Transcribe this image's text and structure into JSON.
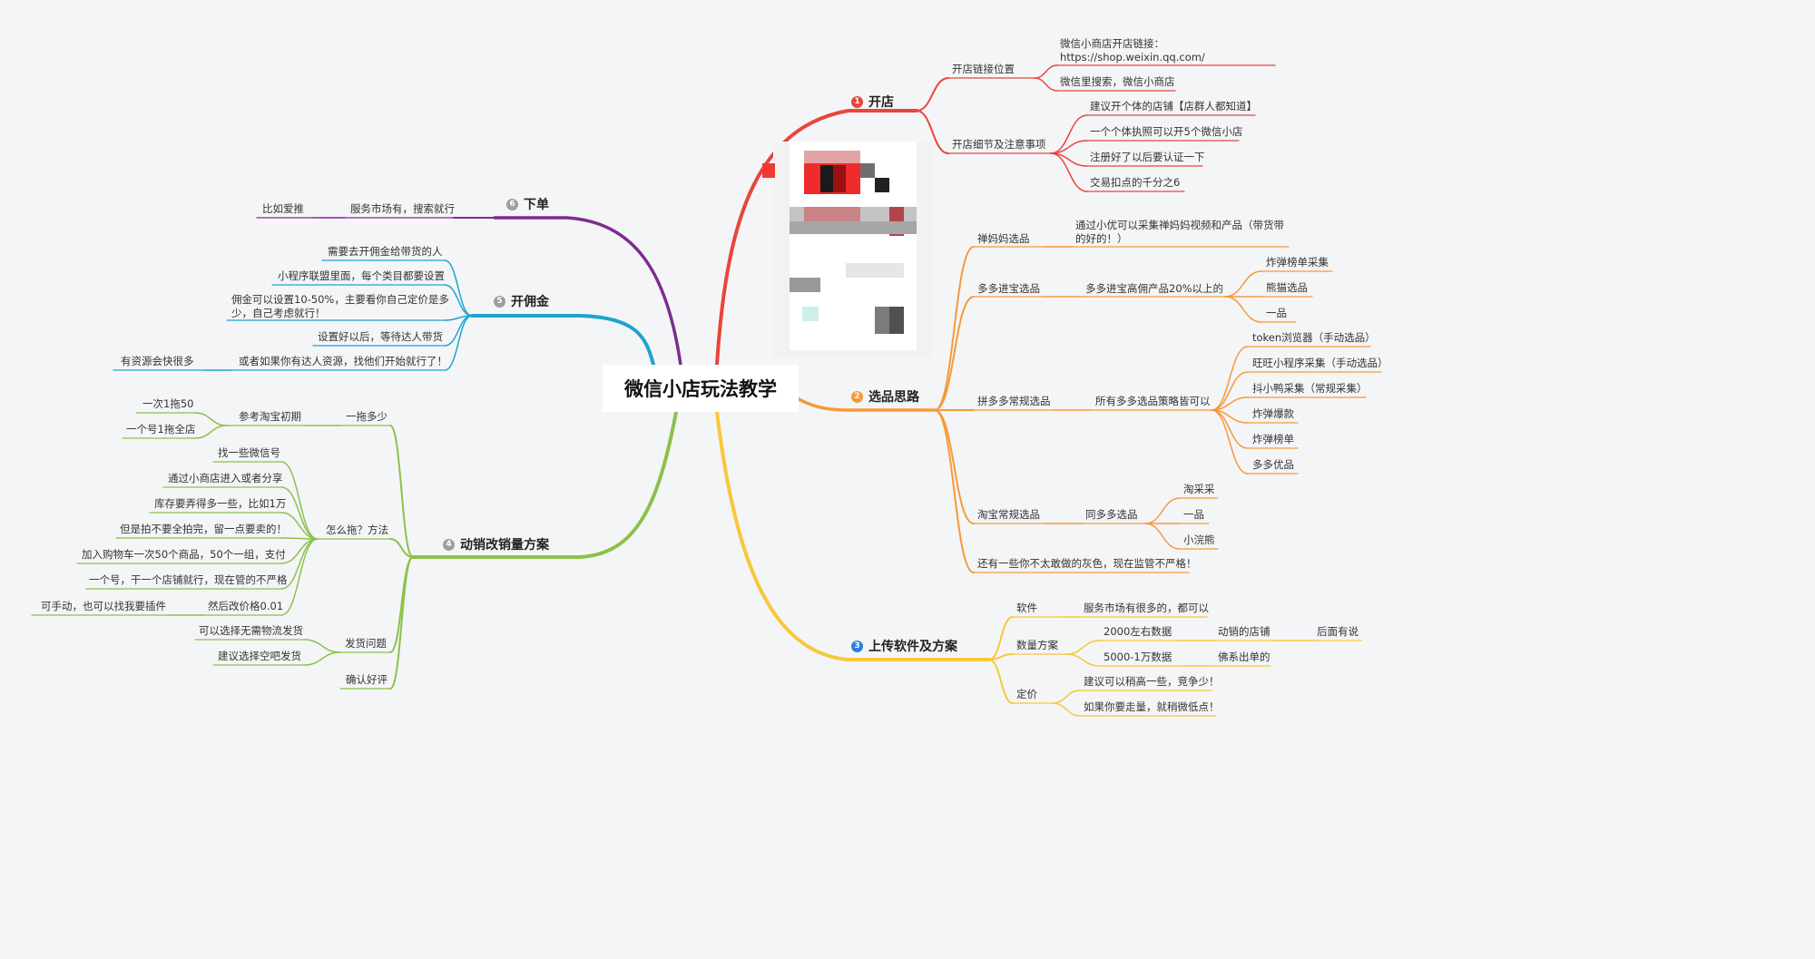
{
  "root": "微信小店玩法教学",
  "colors": {
    "b1": "#e8453c",
    "b2": "#f59a3a",
    "b3": "#f7c83a",
    "b4": "#8cc14a",
    "b5": "#1fa3cf",
    "b6": "#7d2c8f",
    "b3badge": "#2d7de0",
    "b6badge": "#9e9e9e",
    "b4badge": "#9e9e9e",
    "b5badge": "#9e9e9e"
  },
  "branches": {
    "b1": {
      "badge": "1",
      "label": "开店",
      "n1": "开店链接位置",
      "n1a": "微信小商店开店链接：https://shop.weixin.qq.com/",
      "n1b": "微信里搜索，微信小商店",
      "n2": "开店细节及注意事项",
      "n2a": "建议开个体的店铺【店群人都知道】",
      "n2b": "一个个体执照可以开5个微信小店",
      "n2c": "注册好了以后要认证一下",
      "n2d": "交易扣点的千分之6"
    },
    "b2": {
      "badge": "2",
      "label": "选品思路",
      "n1": "禅妈妈选品",
      "n1a": "通过小优可以采集禅妈妈视频和产品（带货带的好的！）",
      "n2": "多多进宝选品",
      "n2a": "多多进宝高佣产品20%以上的",
      "n2a1": "炸弹榜单采集",
      "n2a2": "熊猫选品",
      "n2a3": "一品",
      "n3": "拼多多常规选品",
      "n3a": "所有多多选品策略皆可以",
      "n3a1": "token浏览器（手动选品）",
      "n3a2": "旺旺小程序采集（手动选品）",
      "n3a3": "抖小鸭采集（常规采集）",
      "n3a4": "炸弹爆款",
      "n3a5": "炸弹榜单",
      "n3a6": "多多优品",
      "n4": "淘宝常规选品",
      "n4a": "同多多选品",
      "n4a1": "淘采采",
      "n4a2": "一品",
      "n4a3": "小浣熊",
      "n5": "还有一些你不太敢做的灰色，现在监管不严格！"
    },
    "b3": {
      "badge": "3",
      "label": "上传软件及方案",
      "n1": "软件",
      "n1a": "服务市场有很多的，都可以",
      "n2": "数量方案",
      "n2a": "2000左右数据",
      "n2a1": "动销的店铺",
      "n2a1a": "后面有说",
      "n2b": "5000-1万数据",
      "n2b1": "佛系出单的",
      "n3": "定价",
      "n3a": "建议可以稍高一些，竞争少！",
      "n3b": "如果你要走量，就稍微低点！"
    },
    "b4": {
      "badge": "4",
      "label": "动销改销量方案",
      "n1": "一拖多少",
      "n1a": "参考淘宝初期",
      "n1a1": "一次1拖50",
      "n1a2": "一个号1拖全店",
      "n2": "怎么拖？方法",
      "n2a": "找一些微信号",
      "n2b": "通过小商店进入或者分享",
      "n2c": "库存要弄得多一些，比如1万",
      "n2d": "但是拍不要全拍完，留一点要卖的！",
      "n2e": "加入购物车一次50个商品，50个一组，支付",
      "n2f": "一个号，干一个店铺就行，现在管的不严格",
      "n2g": "然后改价格0.01",
      "n2g1": "可手动，也可以找我要插件",
      "n3": "发货问题",
      "n3a": "可以选择无需物流发货",
      "n3b": "建议选择空吧发货",
      "n4": "确认好评"
    },
    "b5": {
      "badge": "5",
      "label": "开佣金",
      "n1": "需要去开佣金给带货的人",
      "n2": "小程序联盟里面，每个类目都要设置",
      "n3": "佣金可以设置10-50%，主要看你自己定价是多少，自己考虑就行！",
      "n4": "设置好以后，等待达人带货",
      "n5": "或者如果你有达人资源，找他们开始就行了！",
      "n5a": "有资源会快很多"
    },
    "b6": {
      "badge": "6",
      "label": "下单",
      "n1": "服务市场有，搜索就行",
      "n1a": "比如爱推"
    }
  }
}
